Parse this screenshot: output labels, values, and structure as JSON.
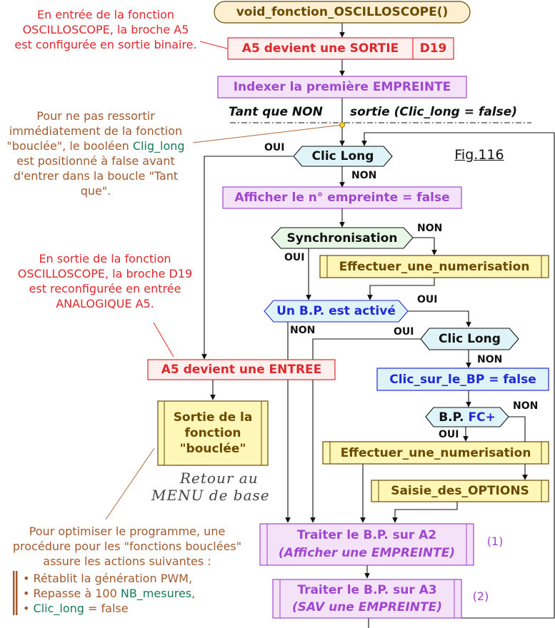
{
  "title": "void_fonction_OSCILLOSCOPE()",
  "fig_label": "Fig.116",
  "notes": {
    "entry": "En entrée de la fonction OSCILLOSCOPE, la broche A5 est configurée en sortie binaire.",
    "clic_pre": "Pour ne pas ressortir immédiatement de la fonction \"bouclée\", le booléen",
    "clic_var": "Clig_long",
    "clic_post": "est positionné à false avant d'entrer dans la boucle \"Tant que\".",
    "exit": "En sortie de la fonction OSCILLOSCOPE, la broche D19 est reconfigurée en entrée ANALOGIQUE A5.",
    "optim": "Pour optimiser le programme, une procédure pour les \"fonctions bouclées\" assure les actions suivantes :",
    "bullet1": "• Rétablit la génération PWM,",
    "bullet2_pre": "• Repasse à 100",
    "bullet2_var": "NB_mesures",
    "bullet2_post": ",",
    "bullet3_var": "Clic_long",
    "bullet3_post": "= false"
  },
  "boxes": {
    "sortie_a": "A5 devient une SORTIE",
    "sortie_b": "D19",
    "indexer": "Indexer la première EMPREINTE",
    "while_a": "Tant que NON",
    "while_b": "sortie  (Clic_long = false)",
    "clic_long_1": "Clic Long",
    "afficher": "Afficher le n° empreinte = false",
    "sync": "Synchronisation",
    "numerisation_1": "Effectuer_une_numerisation",
    "bp_active": "Un B.P. est activé",
    "clic_long_2": "Clic Long",
    "entree": "A5 devient une ENTREE",
    "clic_bp": "Clic_sur_le_BP = false",
    "sortie_fn_1": "Sortie de la",
    "sortie_fn_2": "fonction",
    "sortie_fn_3": "\"bouclée\"",
    "bp_fc_a": "B.P.",
    "bp_fc_b": "FC+",
    "numerisation_2": "Effectuer_une_numerisation",
    "options": "Saisie_des_OPTIONS",
    "a2_1": "Traiter le B.P. sur A2",
    "a2_2": "(Afficher une EMPREINTE)",
    "a3_1": "Traiter le B.P. sur A3",
    "a3_2": "(SAV une EMPREINTE)",
    "ref1": "(1)",
    "ref2": "(2)",
    "retour_1": "Retour au",
    "retour_2": "MENU de base"
  },
  "labels": {
    "oui": "OUI",
    "non": "NON"
  },
  "colors": {
    "red": "#e0282d",
    "brown": "#a35a2e",
    "purple": "#a046d0",
    "blue": "#1f2ad8",
    "olive": "#6b4a00",
    "yellow_fill": "#fff7b8",
    "lavender_fill": "#f3e2f8",
    "cyan_fill": "#dff4f8"
  }
}
